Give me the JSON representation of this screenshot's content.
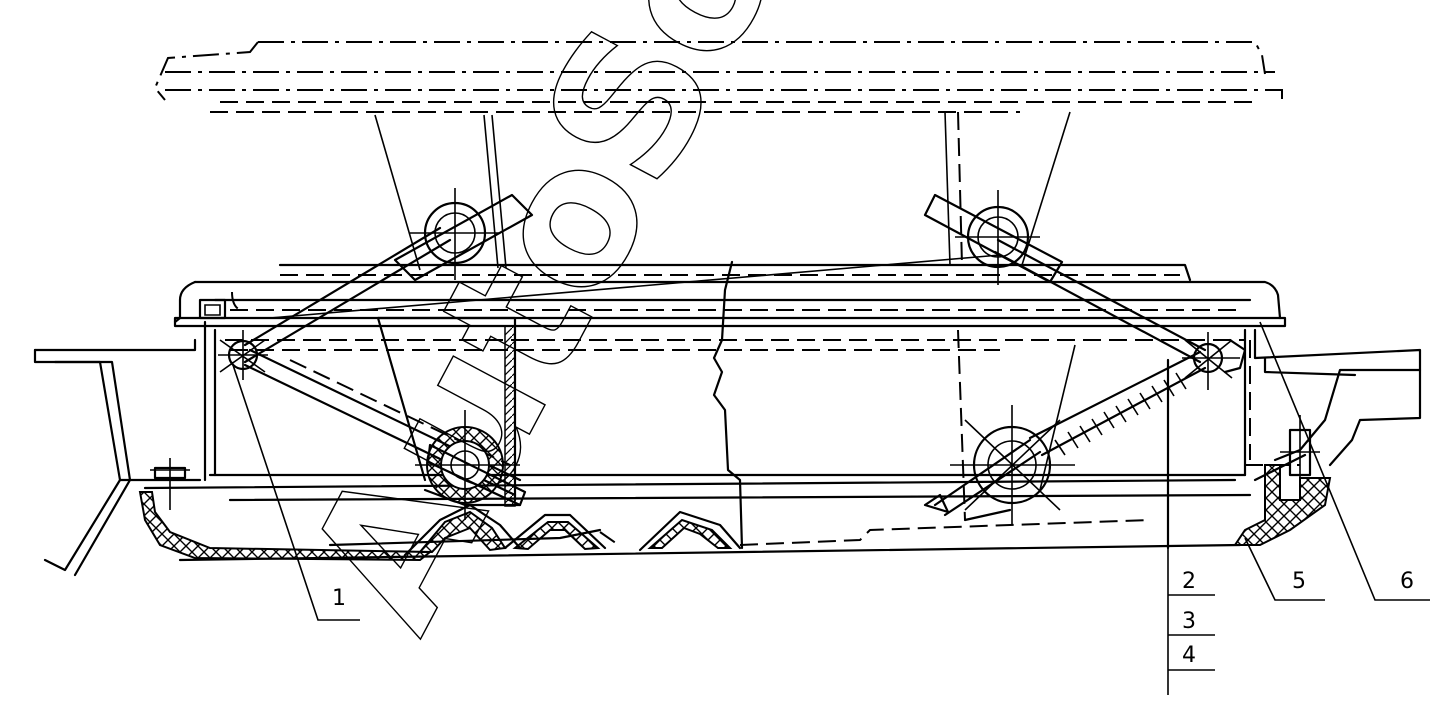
{
  "watermark": {
    "text": "AutoSoft"
  },
  "callouts": [
    {
      "label": "1"
    },
    {
      "label": "2"
    },
    {
      "label": "3"
    },
    {
      "label": "4"
    },
    {
      "label": "5"
    },
    {
      "label": "6"
    }
  ],
  "colors": {
    "ink": "#000000",
    "paper": "#ffffff"
  }
}
